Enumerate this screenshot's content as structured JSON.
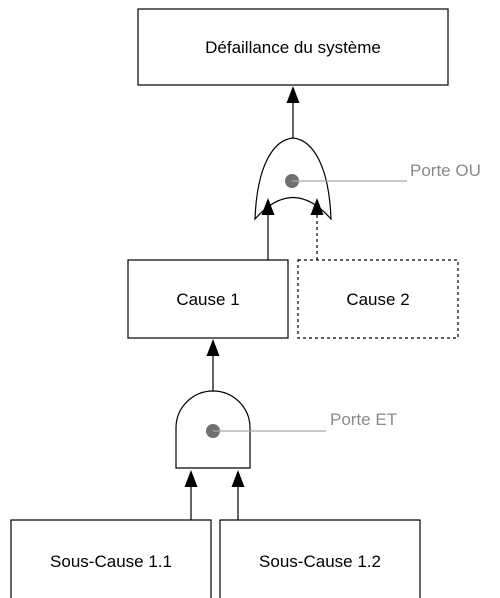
{
  "diagram": {
    "top_event": {
      "label": "Défaillance du système"
    },
    "gates": {
      "or_gate": {
        "label": "Porte OU"
      },
      "and_gate": {
        "label": "Porte ET"
      }
    },
    "causes": {
      "cause_1": {
        "label": "Cause 1"
      },
      "cause_2": {
        "label": "Cause 2"
      }
    },
    "sub_causes": {
      "sub_cause_1_1": {
        "label": "Sous-Cause 1.1"
      },
      "sub_cause_1_2": {
        "label": "Sous-Cause 1.2"
      }
    }
  },
  "colors": {
    "outline": "#000000",
    "callout_line": "#a8a8a8",
    "gate_label": "#8a8a8a",
    "gate_dot": "#707070",
    "background": "#ffffff"
  }
}
